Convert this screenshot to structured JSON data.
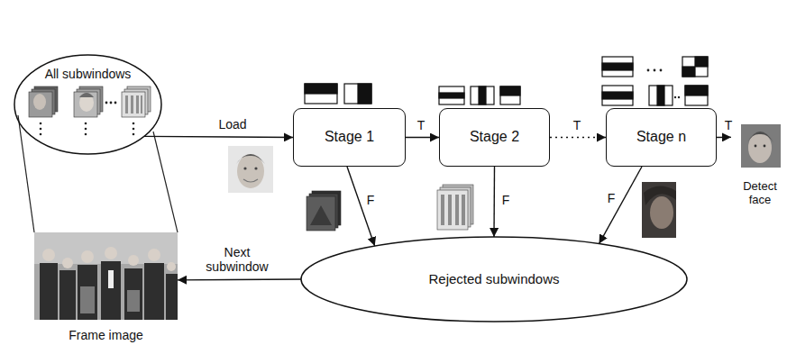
{
  "diagram": {
    "nodes": [
      {
        "text": [
          "All subwindows"
        ]
      },
      {
        "text": [
          "Stage 1"
        ]
      },
      {
        "text": [
          "Stage 2"
        ]
      },
      {
        "text": [
          "Stage n"
        ]
      },
      {
        "text": [
          "Detect face"
        ]
      },
      {
        "text": [
          "Rejected subwindows"
        ]
      },
      {
        "text": [
          "Frame image"
        ]
      }
    ],
    "edges": [
      {
        "from": 0,
        "to": 1,
        "arrow": "to",
        "label": "Load"
      },
      {
        "from": 1,
        "to": 2,
        "arrow": "to",
        "label": "T"
      },
      {
        "from": 2,
        "to": 3,
        "arrow": "to",
        "label": "T"
      },
      {
        "from": 3,
        "to": 4,
        "arrow": "to",
        "label": "T"
      },
      {
        "from": 1,
        "to": 5,
        "arrow": "to",
        "label": "F"
      },
      {
        "from": 2,
        "to": 5,
        "arrow": "to",
        "label": "F"
      },
      {
        "from": 3,
        "to": 5,
        "arrow": "to",
        "label": "F"
      },
      {
        "from": 5,
        "to": 6,
        "arrow": "to",
        "label": "Next subwindow"
      }
    ]
  }
}
